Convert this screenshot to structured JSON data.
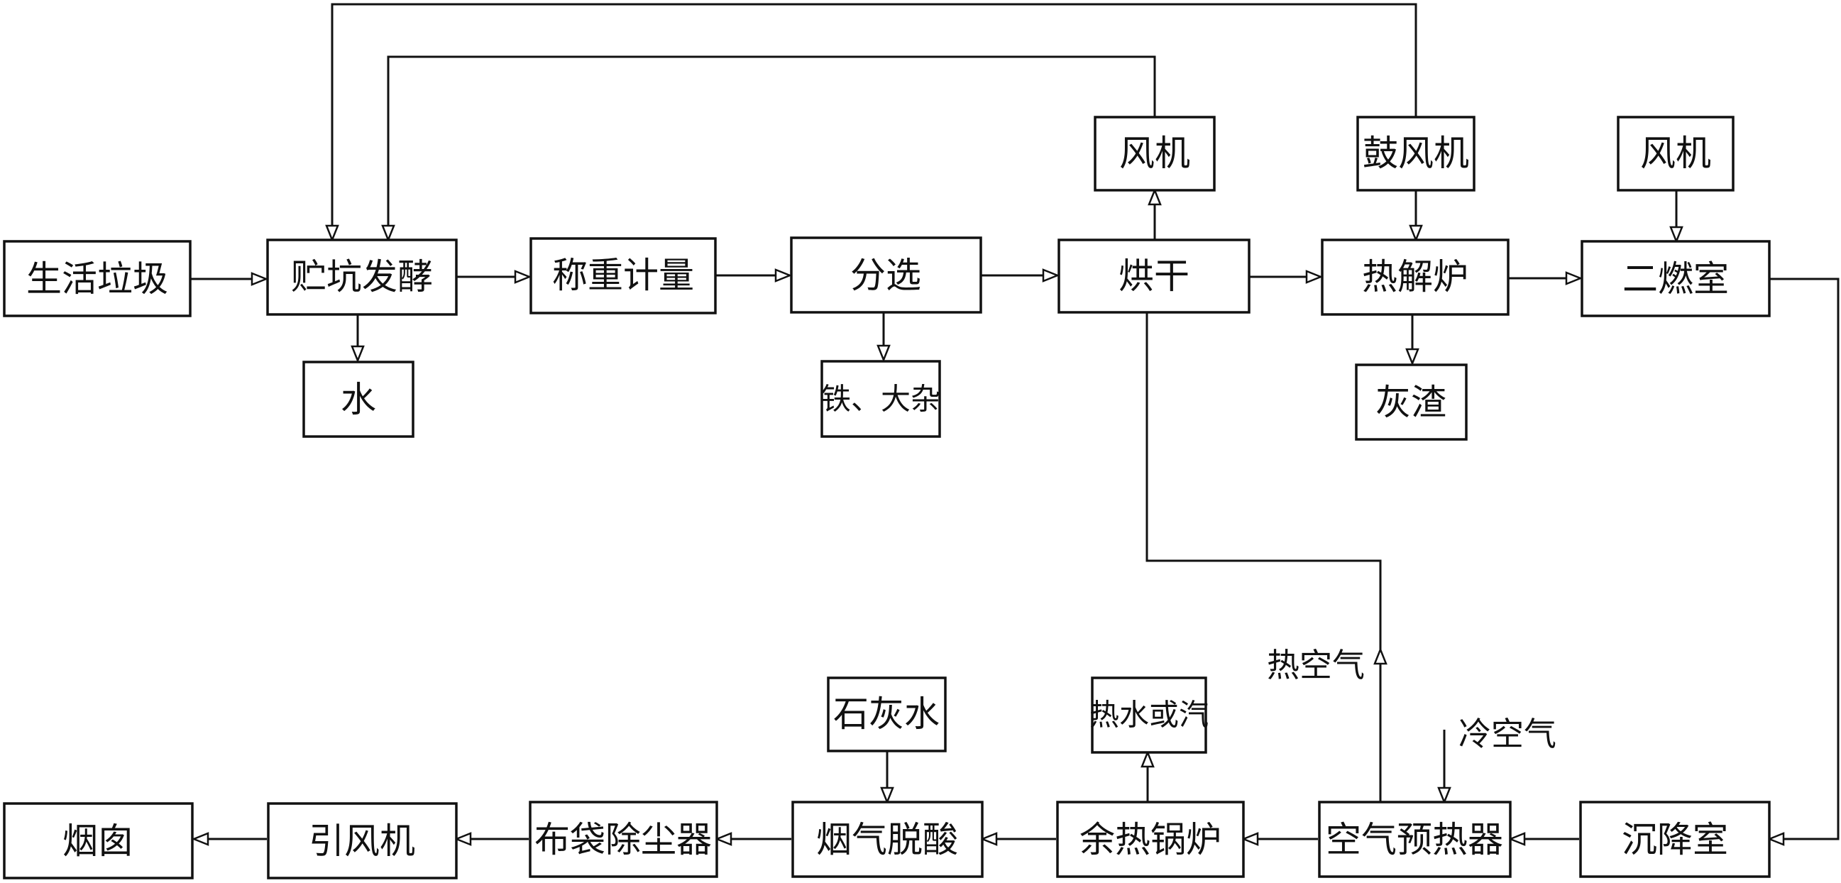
{
  "nodes": {
    "domestic_waste": "生活垃圾",
    "pit_fermentation": "贮坑发酵",
    "weighing": "称重计量",
    "sorting": "分选",
    "drying": "烘干",
    "pyrolysis_furnace": "热解炉",
    "secondary_chamber": "二燃室",
    "water": "水",
    "iron_bulky": "铁、大杂",
    "fan_drying": "风机",
    "blower": "鼓风机",
    "fan_secondary": "风机",
    "ash_slag": "灰渣",
    "settling_chamber": "沉降室",
    "air_preheater": "空气预热器",
    "waste_heat_boiler": "余热锅炉",
    "flue_gas_deacid": "烟气脱酸",
    "bag_filter": "布袋除尘器",
    "induced_fan": "引风机",
    "chimney": "烟囱",
    "lime_water": "石灰水",
    "hot_water_steam": "热水或汽"
  },
  "labels": {
    "hot_air": "热空气",
    "cold_air": "冷空气"
  },
  "colors": {
    "line": "#111111",
    "background": "#ffffff"
  }
}
